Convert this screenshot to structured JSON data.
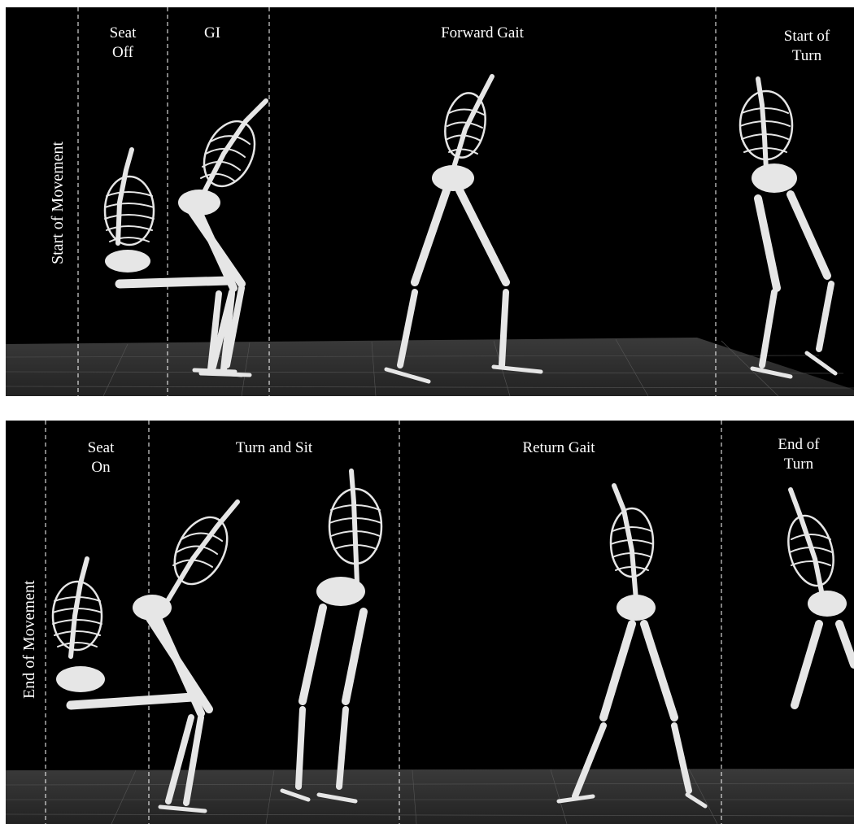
{
  "panels": {
    "top": {
      "side_label": "Start of Movement",
      "phases": {
        "seat_off": "Seat\nOff",
        "gi": "GI",
        "forward_gait": "Forward Gait",
        "start_of_turn": "Start of\nTurn"
      }
    },
    "bottom": {
      "side_label": "End of Movement",
      "phases": {
        "seat_on": "Seat\nOn",
        "turn_and_sit": "Turn and Sit",
        "return_gait": "Return Gait",
        "end_of_turn": "End of\nTurn"
      }
    }
  },
  "colors": {
    "background": "#000000",
    "bone": "#e6e6e6",
    "floor": "#2b2b2b",
    "grid": "#555555",
    "divider": "#ffffff"
  }
}
